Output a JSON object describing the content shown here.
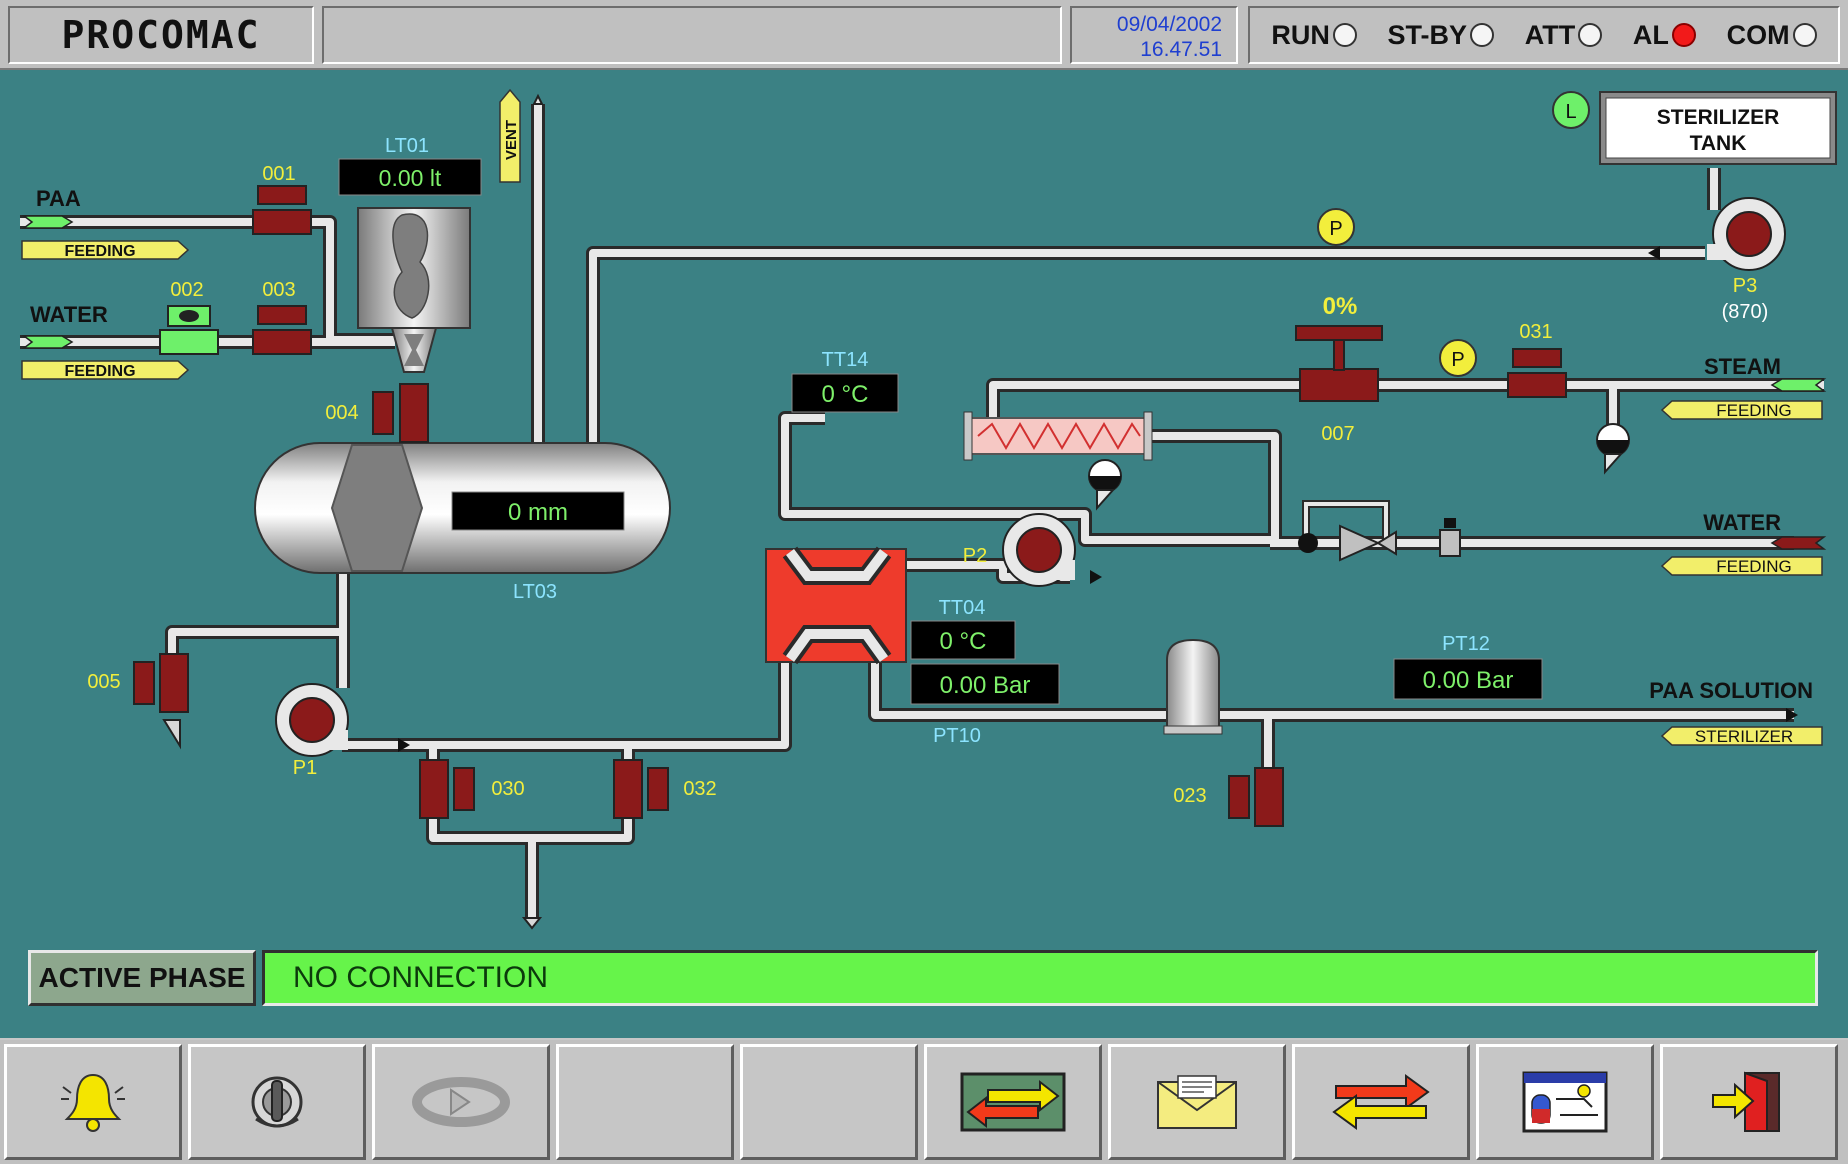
{
  "header": {
    "logo_text": "PROCOMAC",
    "title": "",
    "date": "09/04/2002",
    "time": "16.47.51",
    "status": [
      {
        "label": "RUN",
        "on": false
      },
      {
        "label": "ST-BY",
        "on": false
      },
      {
        "label": "ATT",
        "on": false
      },
      {
        "label": "AL",
        "on": true
      },
      {
        "label": "COM",
        "on": false
      }
    ]
  },
  "diagram": {
    "inlets": {
      "paa": {
        "name": "PAA",
        "feed": "FEEDING"
      },
      "water_in": {
        "name": "WATER",
        "feed": "FEEDING"
      },
      "steam": {
        "name": "STEAM",
        "feed": "FEEDING"
      },
      "water_right": {
        "name": "WATER",
        "feed": "FEEDING"
      },
      "paa_solution": {
        "name": "PAA SOLUTION",
        "feed": "STERILIZER"
      }
    },
    "valves": {
      "v001": "001",
      "v002": "002",
      "v003": "003",
      "v004": "004",
      "v005": "005",
      "v007": "007",
      "v023": "023",
      "v030": "030",
      "v031": "031",
      "v032": "032"
    },
    "instruments": {
      "lt01": {
        "tag": "LT01",
        "value": "0.00 lt"
      },
      "lt03": {
        "tag": "LT03",
        "value": "0 mm"
      },
      "tt14": {
        "tag": "TT14",
        "value": "0 °C"
      },
      "tt04": {
        "tag": "TT04",
        "value": "0 °C"
      },
      "pt10": {
        "tag": "PT10",
        "value": "0.00 Bar"
      },
      "pt12": {
        "tag": "PT12",
        "value": "0.00 Bar"
      }
    },
    "vent": "VENT",
    "sterilizer_tank": {
      "line1": "STERILIZER",
      "line2": "TANK",
      "lamp": "L"
    },
    "pumps": {
      "p1": "P1",
      "p2": "P2",
      "p3": "P3",
      "p3_speed": "(870)"
    },
    "pressure_badge": "P",
    "control_valve_pct": "0%"
  },
  "phase": {
    "label": "ACTIVE PHASE",
    "value": "NO CONNECTION"
  },
  "colors": {
    "background": "#3b8184",
    "pipe": "#e8e8e8",
    "valve": "#8b1a1a",
    "tag_label": "#f2ee3c",
    "instrument_tag": "#8ce4ff",
    "readout_text": "#7ef06a",
    "phase_value_bg": "#66f44a"
  },
  "toolbar": [
    {
      "name": "alarm-bell-icon"
    },
    {
      "name": "manual-operator-icon"
    },
    {
      "name": "cycle-icon"
    },
    {
      "name": "empty-slot-icon"
    },
    {
      "name": "empty-slot-icon"
    },
    {
      "name": "swap-screen-icon"
    },
    {
      "name": "message-envelope-icon"
    },
    {
      "name": "transfer-arrows-icon"
    },
    {
      "name": "synoptic-screen-icon"
    },
    {
      "name": "exit-door-icon"
    }
  ]
}
